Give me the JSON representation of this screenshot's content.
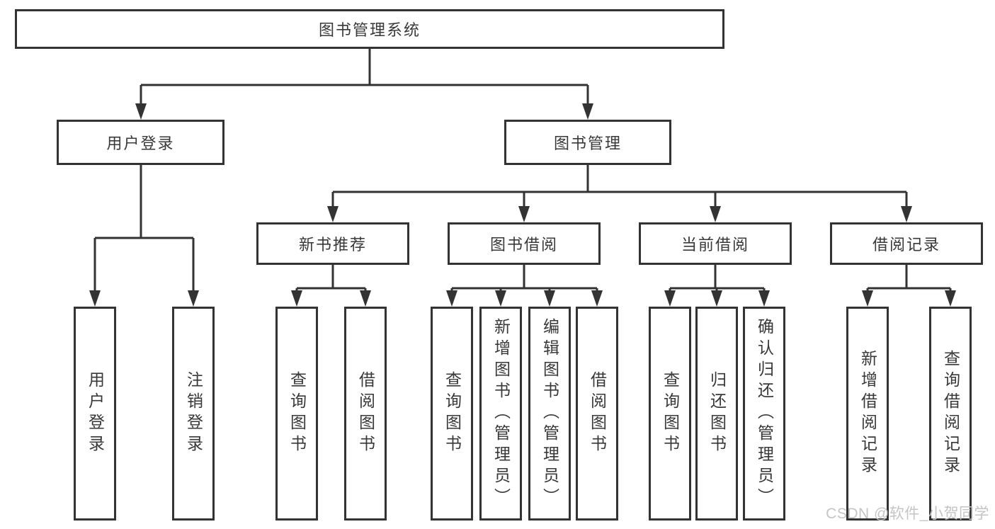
{
  "colors": {
    "line": "#333333",
    "text": "#383838",
    "box_background": "#ffffff",
    "watermark": "#c4c4c4"
  },
  "watermark": {
    "text": "CSDN @软件_小贺同学"
  },
  "diagram": {
    "type": "hierarchy-tree",
    "root": {
      "label": "图书管理系统"
    },
    "branches": [
      {
        "label": "用户登录",
        "leaves": [
          "用户登录",
          "注销登录"
        ]
      },
      {
        "label": "图书管理",
        "groups": [
          {
            "label": "新书推荐",
            "leaves": [
              "查询图书",
              "借阅图书"
            ]
          },
          {
            "label": "图书借阅",
            "leaves": [
              "查询图书",
              "新增图书（管理员）",
              "编辑图书（管理员）",
              "借阅图书"
            ]
          },
          {
            "label": "当前借阅",
            "leaves": [
              "查询图书",
              "归还图书",
              "确认归还（管理员）"
            ]
          },
          {
            "label": "借阅记录",
            "leaves": [
              "新增借阅记录",
              "查询借阅记录"
            ]
          }
        ]
      }
    ]
  }
}
